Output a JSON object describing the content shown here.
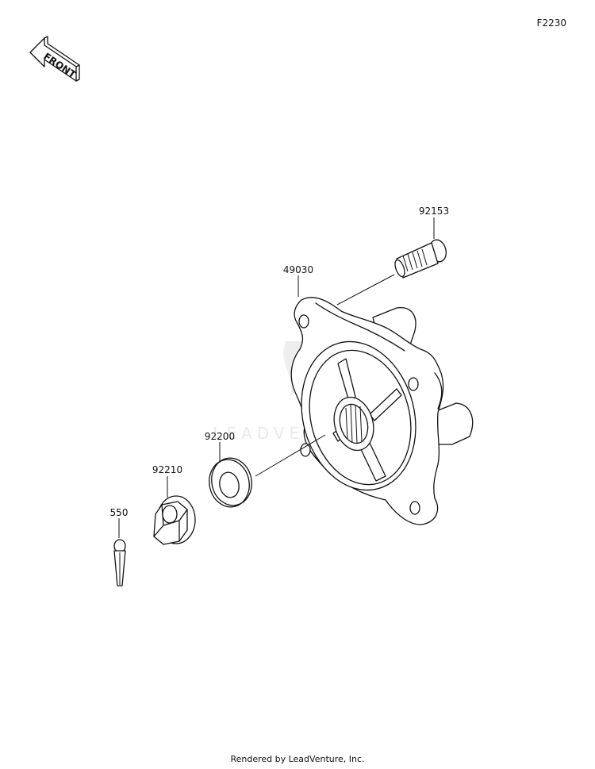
{
  "diagram": {
    "code": "F2230",
    "front_label": "FRONT",
    "watermark": "LEADVENTURE",
    "parts": [
      {
        "number": "92153"
      },
      {
        "number": "49030"
      },
      {
        "number": "92200"
      },
      {
        "number": "92210"
      },
      {
        "number": "550"
      }
    ]
  },
  "footer": {
    "credit": "Rendered by LeadVenture, Inc."
  }
}
